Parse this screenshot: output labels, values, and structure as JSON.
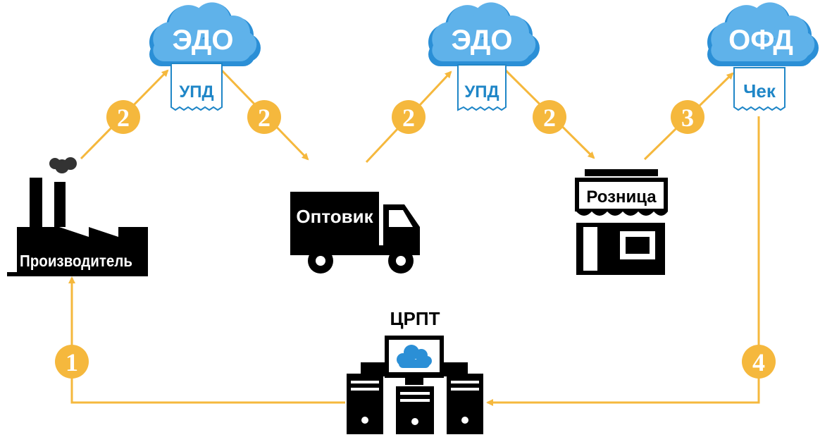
{
  "nodes": {
    "producer": {
      "label": "Производитель",
      "icon": "factory-icon"
    },
    "wholesaler": {
      "label": "Оптовик",
      "icon": "truck-icon"
    },
    "retail": {
      "label": "Розница",
      "icon": "shop-icon"
    },
    "crpt": {
      "label": "ЦРПТ",
      "icon": "server-cloud-icon"
    }
  },
  "clouds": [
    {
      "label": "ЭДО",
      "doc": "УПД"
    },
    {
      "label": "ЭДО",
      "doc": "УПД"
    },
    {
      "label": "ОФД",
      "doc": "Чек"
    }
  ],
  "steps": [
    "2",
    "2",
    "2",
    "2",
    "3",
    "1",
    "4"
  ],
  "colors": {
    "arrow": "#f5b83d",
    "step_circle": "#f5b83d",
    "cloud": "#2b8fd6",
    "doc": "#1f86c7",
    "icon": "#000000"
  }
}
